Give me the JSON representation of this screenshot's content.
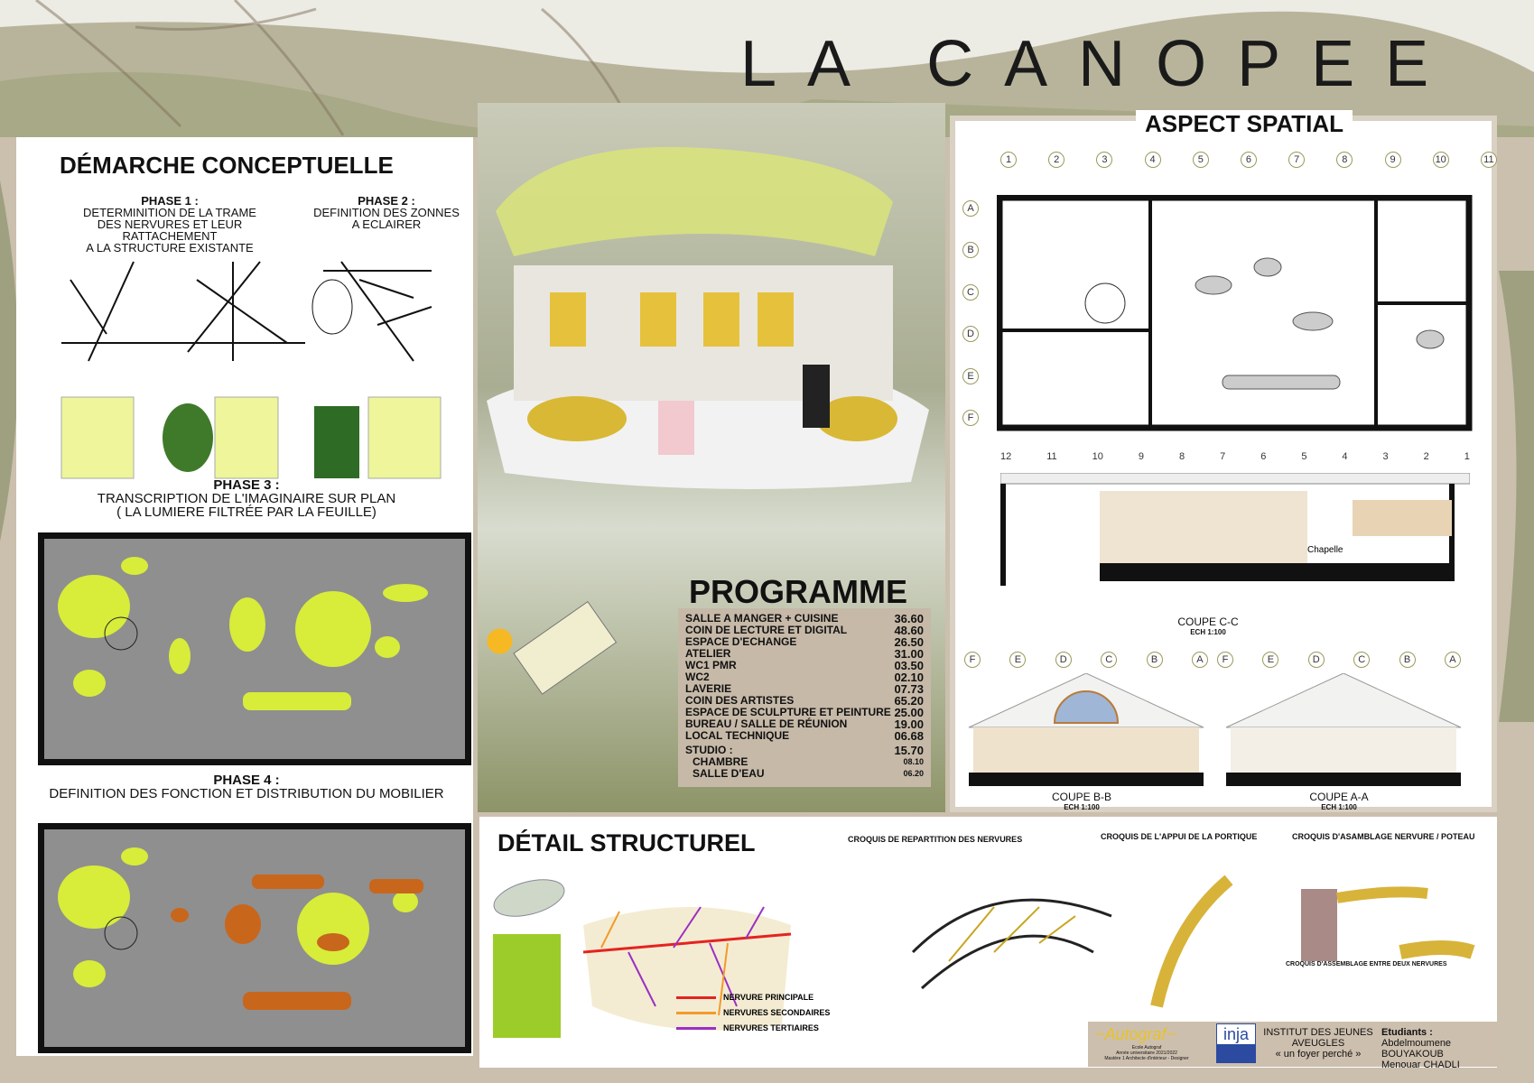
{
  "title": "LA CANOPEE",
  "demarche": {
    "heading": "DÉMARCHE CONCEPTUELLE",
    "phase1": {
      "label": "PHASE 1 :",
      "text": [
        "DETERMINITION DE LA TRAME",
        "DES NERVURES ET LEUR RATTACHEMENT",
        "A LA STRUCTURE EXISTANTE"
      ]
    },
    "phase2": {
      "label": "PHASE 2 :",
      "text": [
        "DEFINITION DES ZONNES",
        "A ECLAIRER"
      ]
    },
    "phase3": {
      "label": "PHASE 3 :",
      "text": [
        "TRANSCRIPTION DE L'IMAGINAIRE SUR PLAN",
        "( LA LUMIERE FILTRÉE PAR LA FEUILLE)"
      ]
    },
    "phase4": {
      "label": "PHASE 4 :",
      "text": [
        "DEFINITION DES FONCTION ET DISTRIBUTION DU MOBILIER"
      ]
    }
  },
  "programme": {
    "heading": "PROGRAMME",
    "rows": [
      {
        "label": "SALLE A MANGER + CUISINE",
        "value": "36.60"
      },
      {
        "label": "COIN DE LECTURE ET DIGITAL",
        "value": "48.60"
      },
      {
        "label": "ESPACE D'ECHANGE",
        "value": "26.50"
      },
      {
        "label": "ATELIER",
        "value": "31.00"
      },
      {
        "label": "WC1 PMR",
        "value": "03.50"
      },
      {
        "label": "WC2",
        "value": "02.10"
      },
      {
        "label": "LAVERIE",
        "value": "07.73"
      },
      {
        "label": "COIN DES ARTISTES",
        "value": "65.20"
      },
      {
        "label": "ESPACE DE SCULPTURE ET PEINTURE",
        "value": "25.00"
      },
      {
        "label": "BUREAU / SALLE DE RÉUNION",
        "value": "19.00"
      },
      {
        "label": "LOCAL TECHNIQUE",
        "value": "06.68"
      },
      {
        "label": "STUDIO :",
        "value": "15.70"
      }
    ],
    "subrows": [
      {
        "label": "CHAMBRE",
        "value": "08.10"
      },
      {
        "label": "SALLE D'EAU",
        "value": "06.20"
      }
    ]
  },
  "aspect": {
    "heading": "ASPECT SPATIAL",
    "plan_axes_x": [
      "1",
      "2",
      "3",
      "4",
      "5",
      "6",
      "7",
      "8",
      "9",
      "10",
      "11"
    ],
    "plan_axes_y": [
      "A",
      "B",
      "C",
      "D",
      "E",
      "F"
    ],
    "coupe_cc_axes": [
      "12",
      "11",
      "10",
      "9",
      "8",
      "7",
      "6",
      "5",
      "4",
      "3",
      "2",
      "1"
    ],
    "coupe_bb_axes": [
      "F",
      "E",
      "D",
      "C",
      "B",
      "A"
    ],
    "chapelle": "Chapelle",
    "coupe_cc": "COUPE C-C",
    "coupe_bb": "COUPE B-B",
    "coupe_aa": "COUPE A-A",
    "scale": "ECH 1:100"
  },
  "detail": {
    "heading": "DÉTAIL STRUCTUREL",
    "sketch1": "CROQUIS DE REPARTITION DES NERVURES",
    "sketch2": "CROQUIS DE L'APPUI DE LA PORTIQUE",
    "sketch3": "CROQUIS D'ASAMBLAGE NERVURE / POTEAU",
    "sketch4": "CROQUIS D'ASSEMBLAGE ENTRE DEUX NERVURES",
    "legend": [
      {
        "label": "NERVURE PRINCIPALE",
        "color": "#e52320"
      },
      {
        "label": "NERVURES SECONDAIRES",
        "color": "#f39a2b"
      },
      {
        "label": "NERVURES TERTIAIRES",
        "color": "#9b2fc4"
      }
    ]
  },
  "footer": {
    "school_logo": "Autograf",
    "school_lines": [
      "Ecole Autograf",
      "Année universitaire 2021/2022",
      "Mastère 1 Architecte d'intérieur - Designer"
    ],
    "inja_logo": "inja",
    "project": [
      "INSTITUT DES JEUNES",
      "AVEUGLES",
      "« un foyer perché »"
    ],
    "students_label": "Etudiants :",
    "students": [
      "Abdelmoumene BOUYAKOUB",
      "Menouar CHADLI"
    ]
  },
  "colors": {
    "light": "#d8ec3a",
    "furniture": "#c8661c",
    "floor": "#8f8f8f"
  }
}
